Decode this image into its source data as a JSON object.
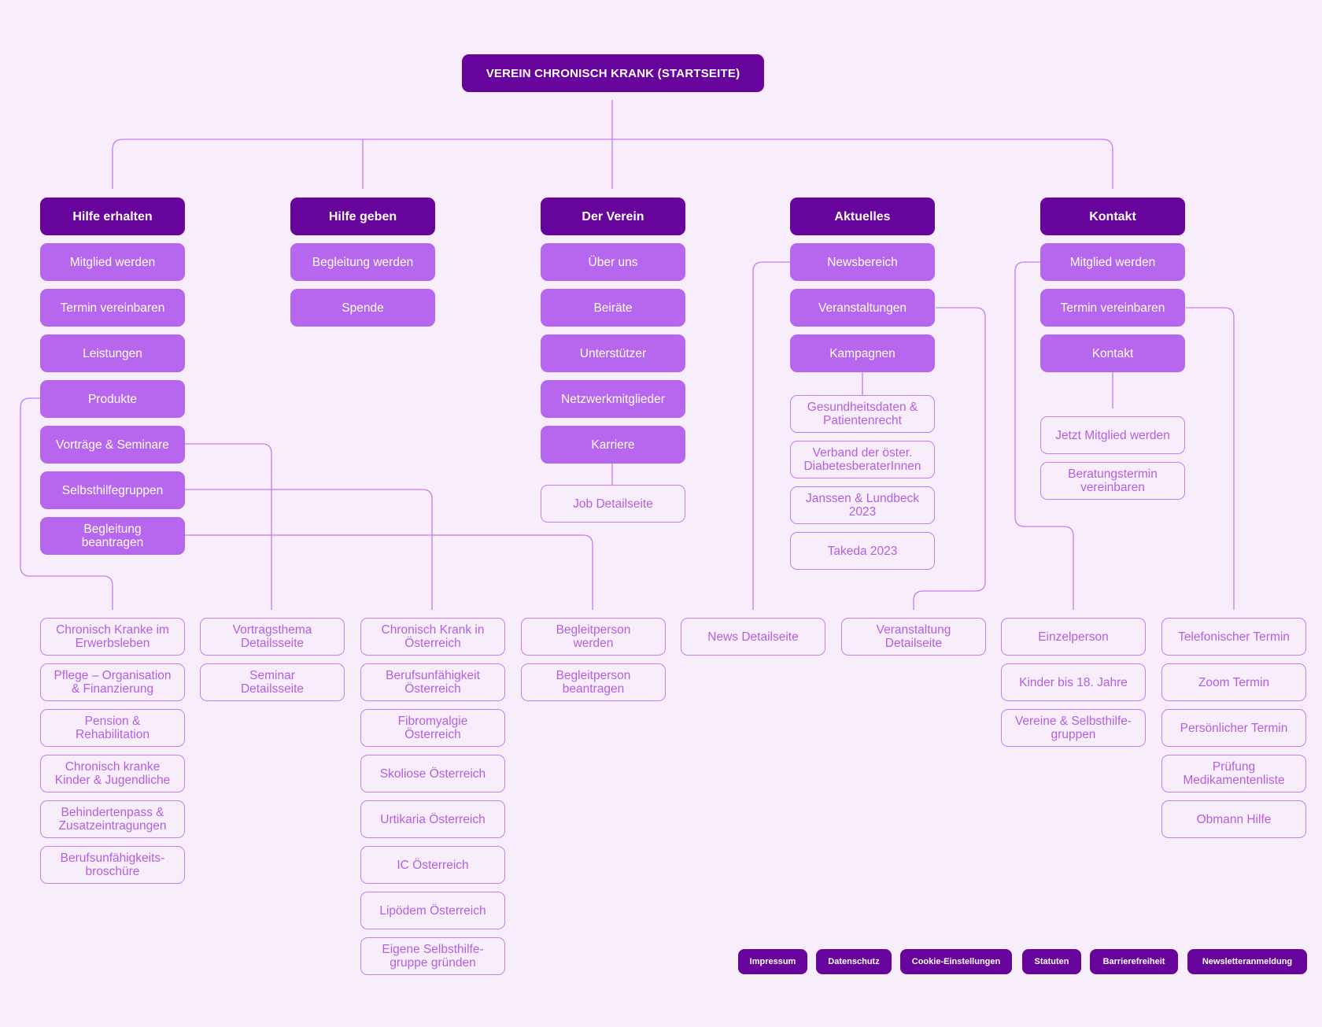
{
  "root": {
    "label": "VEREIN CHRONISCH KRANK (STARTSEITE)"
  },
  "categories": {
    "hilfe_erhalten": {
      "label": "Hilfe erhalten",
      "items": [
        "Mitglied werden",
        "Termin vereinbaren",
        "Leistungen",
        "Produkte",
        "Vorträge & Seminare",
        "Selbsthilfegruppen",
        "Begleitung\nbeantragen"
      ]
    },
    "hilfe_geben": {
      "label": "Hilfe geben",
      "items": [
        "Begleitung werden",
        "Spende"
      ]
    },
    "der_verein": {
      "label": "Der Verein",
      "items": [
        "Über uns",
        "Beiräte",
        "Unterstützer",
        "Netzwerkmitglieder",
        "Karriere"
      ],
      "leaf": "Job Detailseite"
    },
    "aktuelles": {
      "label": "Aktuelles",
      "items": [
        "Newsbereich",
        "Veranstaltungen",
        "Kampagnen"
      ],
      "campaigns": [
        "Gesundheitsdaten &\nPatientenrecht",
        "Verband der öster.\nDiabetesberaterInnen",
        "Janssen & Lundbeck\n2023",
        "Takeda 2023"
      ]
    },
    "kontakt": {
      "label": "Kontakt",
      "items": [
        "Mitglied werden",
        "Termin vereinbaren",
        "Kontakt"
      ],
      "leaves": [
        "Jetzt Mitglied werden",
        "Beratungstermin\nvereinbaren"
      ]
    }
  },
  "bottom_columns": {
    "produkte": [
      "Chronisch Kranke im\nErwerbsleben",
      "Pflege – Organisation\n& Finanzierung",
      "Pension &\nRehabilitation",
      "Chronisch kranke\nKinder & Jugendliche",
      "Behindertenpass &\nZusatzeintragungen",
      "Berufsunfähigkeits-\nbroschüre"
    ],
    "vortraege": [
      "Vortragsthema\nDetailsseite",
      "Seminar\nDetailsseite"
    ],
    "selbsthilfe": [
      "Chronisch Krank in\nÖsterreich",
      "Berufsunfähigkeit\nÖsterreich",
      "Fibromyalgie\nÖsterreich",
      "Skoliose Österreich",
      "Urtikaria Österreich",
      "IC Österreich",
      "Lipödem Österreich",
      "Eigene Selbsthilfe-\ngruppe gründen"
    ],
    "begleitung": [
      "Begleitperson\nwerden",
      "Begleitperson\nbeantragen"
    ],
    "news": [
      "News Detailseite"
    ],
    "veranstaltung": [
      "Veranstaltung\nDetailseite"
    ],
    "mitglied": [
      "Einzelperson",
      "Kinder bis 18. Jahre",
      "Vereine & Selbsthilfe-\ngruppen"
    ],
    "termin": [
      "Telefonischer Termin",
      "Zoom Termin",
      "Persönlicher Termin",
      "Prüfung\nMedikamentenliste",
      "Obmann Hilfe"
    ]
  },
  "footer": [
    "Impressum",
    "Datenschutz",
    "Cookie-Einstellungen",
    "Statuten",
    "Barrierefreiheit",
    "Newsletteranmeldung"
  ],
  "colors": {
    "background": "#f8eefb",
    "primary": "#67049b",
    "secondary": "#b766ee",
    "leaf_text": "#b45ee4",
    "line": "#c57df0"
  }
}
